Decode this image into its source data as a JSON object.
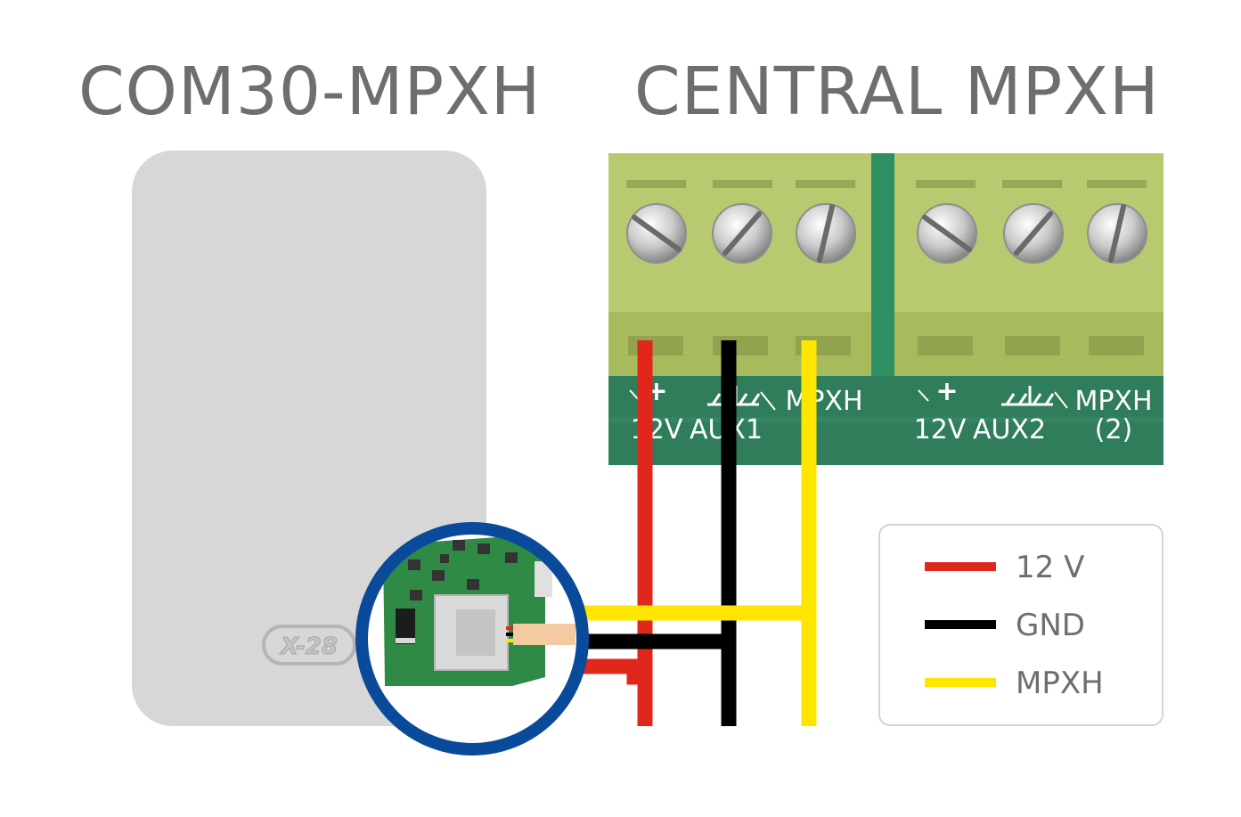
{
  "titles": {
    "device": "COM30-MPXH",
    "panel": "CENTRAL MPXH"
  },
  "device": {
    "logo": "X-28"
  },
  "terminals": {
    "left_group": {
      "plus": "+",
      "label_12v": "12V",
      "label_aux": "AUX1",
      "label_mpxh": "MPXH"
    },
    "right_group": {
      "plus": "+",
      "label_12v": "12V",
      "label_aux": "AUX2",
      "label_mpxh": "MPXH",
      "label_mpxh_sub": "(2)"
    }
  },
  "legend": [
    {
      "label": "12 V",
      "color": "#e1261c"
    },
    {
      "label": "GND",
      "color": "#000000"
    },
    {
      "label": "MPXH",
      "color": "#ffe600"
    }
  ],
  "colors": {
    "wire_12v": "#e1261c",
    "wire_gnd": "#000000",
    "wire_mpxh": "#ffe600",
    "zoom_ring": "#0a4a9a",
    "terminal_body": "#b7c96c",
    "terminal_base": "#2e7a58",
    "pcb": "#2f8a45"
  }
}
